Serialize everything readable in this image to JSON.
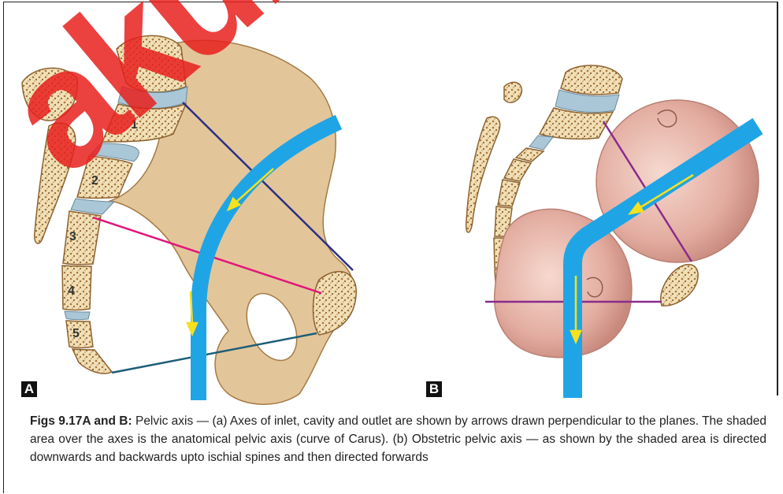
{
  "panels": [
    {
      "label": "A",
      "vertebra_numbers": [
        "1",
        "2",
        "3",
        "4",
        "5"
      ]
    },
    {
      "label": "B"
    }
  ],
  "caption": {
    "heading": "Figs 9.17A and B:",
    "text": " Pelvic axis — (a) Axes of inlet, cavity and outlet are shown by arrows drawn perpendicular to the planes. The shaded area over the axes is the anatomical pelvic axis (curve of Carus). (b) Obstetric pelvic axis — as shown by the shaded area is directed downwards and backwards upto ischial spines and then directed forwards"
  },
  "colors": {
    "bone": "#e3c59a",
    "disc": "#a9c7d6",
    "axis_band": "#1fa5e6",
    "arrow": "#f5e11c",
    "inlet_line": "#2b2f86",
    "cavity_line": "#e2157a",
    "outlet_line": "#1d5e78",
    "plane_line_b": "#8a2b8c",
    "fetal_head": "#e9bfb4",
    "watermark": "#e8201e"
  }
}
